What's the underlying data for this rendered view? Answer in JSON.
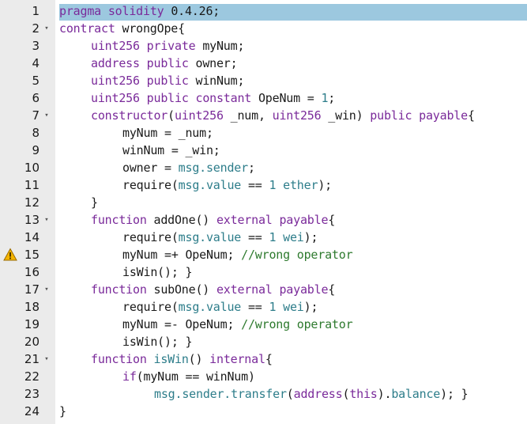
{
  "editor": {
    "lines": [
      {
        "num": "1",
        "fold": false,
        "warn": false,
        "indent": 0,
        "tokens": [
          [
            "kw",
            "pragma"
          ],
          [
            "",
            ""
          ],
          [
            "kw",
            " solidity"
          ],
          [
            "nm",
            " 0.4.26;"
          ]
        ]
      },
      {
        "num": "2",
        "fold": true,
        "warn": false,
        "indent": 0,
        "tokens": [
          [
            "kw",
            "contract"
          ],
          [
            "nm",
            " wrongOpe{"
          ]
        ]
      },
      {
        "num": "3",
        "fold": false,
        "warn": false,
        "indent": 1,
        "tokens": [
          [
            "ty",
            "uint256"
          ],
          [
            "kw",
            " private"
          ],
          [
            "nm",
            " myNum;"
          ]
        ]
      },
      {
        "num": "4",
        "fold": false,
        "warn": false,
        "indent": 1,
        "tokens": [
          [
            "ty",
            "address"
          ],
          [
            "kw",
            " public"
          ],
          [
            "nm",
            " owner;"
          ]
        ]
      },
      {
        "num": "5",
        "fold": false,
        "warn": false,
        "indent": 1,
        "tokens": [
          [
            "ty",
            "uint256"
          ],
          [
            "kw",
            " public"
          ],
          [
            "nm",
            " winNum;"
          ]
        ]
      },
      {
        "num": "6",
        "fold": false,
        "warn": false,
        "indent": 1,
        "tokens": [
          [
            "ty",
            "uint256"
          ],
          [
            "kw",
            " public"
          ],
          [
            "kw",
            " constant"
          ],
          [
            "nm",
            " OpeNum = "
          ],
          [
            "ob",
            "1"
          ],
          [
            "nm",
            ";"
          ]
        ]
      },
      {
        "num": "7",
        "fold": true,
        "warn": false,
        "indent": 1,
        "tokens": [
          [
            "kw",
            "constructor"
          ],
          [
            "nm",
            "("
          ],
          [
            "ty",
            "uint256"
          ],
          [
            "nm",
            " _num, "
          ],
          [
            "ty",
            "uint256"
          ],
          [
            "nm",
            " _win) "
          ],
          [
            "kw",
            "public"
          ],
          [
            "kw",
            " payable"
          ],
          [
            "nm",
            "{"
          ]
        ]
      },
      {
        "num": "8",
        "fold": false,
        "warn": false,
        "indent": 2,
        "tokens": [
          [
            "nm",
            "myNum = _num;"
          ]
        ]
      },
      {
        "num": "9",
        "fold": false,
        "warn": false,
        "indent": 2,
        "tokens": [
          [
            "nm",
            "winNum = _win;"
          ]
        ]
      },
      {
        "num": "10",
        "fold": false,
        "warn": false,
        "indent": 2,
        "tokens": [
          [
            "nm",
            "owner = "
          ],
          [
            "ob",
            "msg.sender"
          ],
          [
            "nm",
            ";"
          ]
        ]
      },
      {
        "num": "11",
        "fold": false,
        "warn": false,
        "indent": 2,
        "tokens": [
          [
            "nm",
            "require("
          ],
          [
            "ob",
            "msg.value"
          ],
          [
            "nm",
            " == "
          ],
          [
            "ob",
            "1"
          ],
          [
            "ob",
            " ether"
          ],
          [
            "nm",
            ");"
          ]
        ]
      },
      {
        "num": "12",
        "fold": false,
        "warn": false,
        "indent": 1,
        "tokens": [
          [
            "nm",
            "}"
          ]
        ]
      },
      {
        "num": "13",
        "fold": true,
        "warn": false,
        "indent": 1,
        "tokens": [
          [
            "kw",
            "function"
          ],
          [
            "nm",
            " addOne() "
          ],
          [
            "kw",
            "external"
          ],
          [
            "kw",
            " payable"
          ],
          [
            "nm",
            "{"
          ]
        ]
      },
      {
        "num": "14",
        "fold": false,
        "warn": false,
        "indent": 2,
        "tokens": [
          [
            "nm",
            "require("
          ],
          [
            "ob",
            "msg.value"
          ],
          [
            "nm",
            " == "
          ],
          [
            "ob",
            "1"
          ],
          [
            "ob",
            " wei"
          ],
          [
            "nm",
            ");"
          ]
        ]
      },
      {
        "num": "15",
        "fold": false,
        "warn": true,
        "indent": 2,
        "tokens": [
          [
            "nm",
            "myNum =+ OpeNum; "
          ],
          [
            "cm",
            "//wrong operator"
          ]
        ]
      },
      {
        "num": "16",
        "fold": false,
        "warn": false,
        "indent": 2,
        "tokens": [
          [
            "nm",
            "isWin(); }"
          ]
        ]
      },
      {
        "num": "17",
        "fold": true,
        "warn": false,
        "indent": 1,
        "tokens": [
          [
            "kw",
            "function"
          ],
          [
            "nm",
            " subOne() "
          ],
          [
            "kw",
            "external"
          ],
          [
            "kw",
            " payable"
          ],
          [
            "nm",
            "{"
          ]
        ]
      },
      {
        "num": "18",
        "fold": false,
        "warn": false,
        "indent": 2,
        "tokens": [
          [
            "nm",
            "require("
          ],
          [
            "ob",
            "msg.value"
          ],
          [
            "nm",
            " == "
          ],
          [
            "ob",
            "1"
          ],
          [
            "ob",
            " wei"
          ],
          [
            "nm",
            ");"
          ]
        ]
      },
      {
        "num": "19",
        "fold": false,
        "warn": false,
        "indent": 2,
        "tokens": [
          [
            "nm",
            "myNum =- OpeNum; "
          ],
          [
            "cm",
            "//wrong operator"
          ]
        ]
      },
      {
        "num": "20",
        "fold": false,
        "warn": false,
        "indent": 2,
        "tokens": [
          [
            "nm",
            "isWin(); }"
          ]
        ]
      },
      {
        "num": "21",
        "fold": true,
        "warn": false,
        "indent": 1,
        "tokens": [
          [
            "kw",
            "function"
          ],
          [
            "nm",
            " "
          ],
          [
            "ob",
            "isWin"
          ],
          [
            "nm",
            "() "
          ],
          [
            "kw",
            "internal"
          ],
          [
            "nm",
            "{"
          ]
        ]
      },
      {
        "num": "22",
        "fold": false,
        "warn": false,
        "indent": 2,
        "tokens": [
          [
            "kw",
            "if"
          ],
          [
            "nm",
            "(myNum == winNum)"
          ]
        ]
      },
      {
        "num": "23",
        "fold": false,
        "warn": false,
        "indent": 3,
        "tokens": [
          [
            "ob",
            "msg.sender.transfer"
          ],
          [
            "nm",
            "("
          ],
          [
            "ty",
            "address"
          ],
          [
            "nm",
            "("
          ],
          [
            "kw",
            "this"
          ],
          [
            "nm",
            ")."
          ],
          [
            "ob",
            "balance"
          ],
          [
            "nm",
            "); }"
          ]
        ]
      },
      {
        "num": "24",
        "fold": false,
        "warn": false,
        "indent": 0,
        "tokens": [
          [
            "nm",
            "}"
          ]
        ]
      }
    ],
    "highlighted_line": "1",
    "fold_glyph": "▾",
    "warning_icon": "warning-icon"
  }
}
